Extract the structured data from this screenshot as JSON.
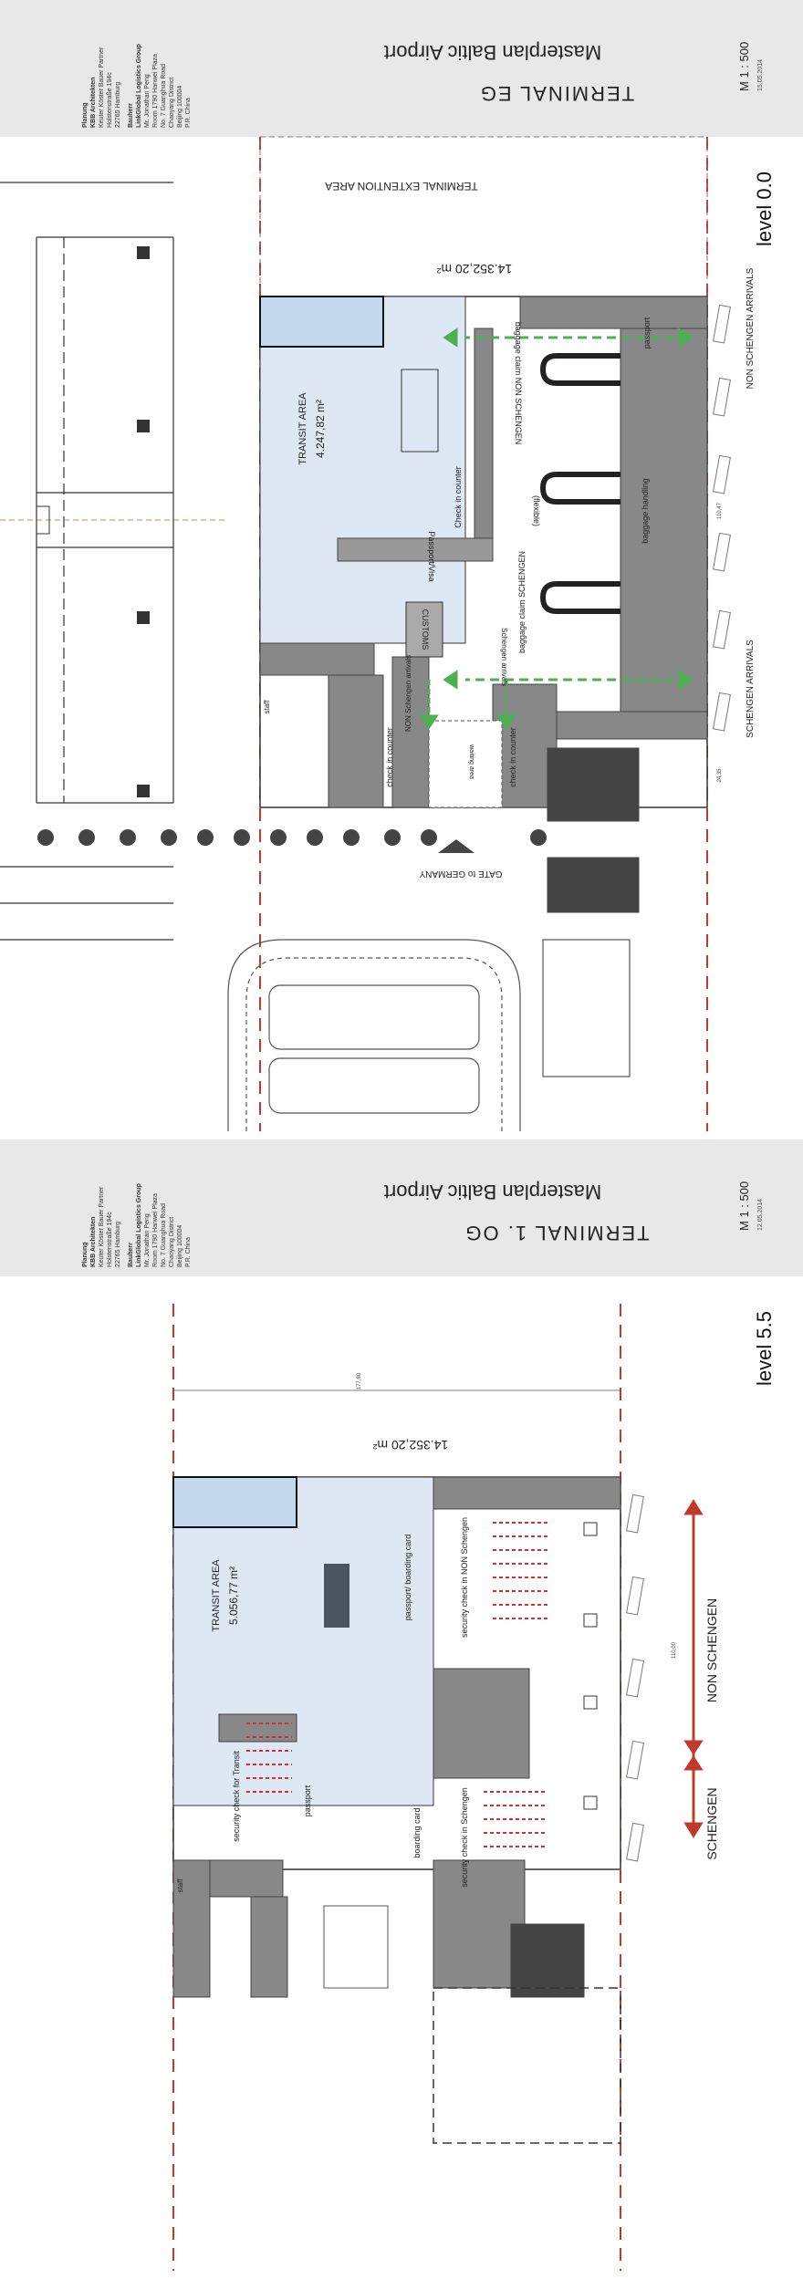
{
  "sheet_top": {
    "header": {
      "project": "Masterplan Baltic Airport",
      "drawing": "TERMINAL EG",
      "scale": "M 1 : 500",
      "date": "15.05.2014",
      "planer": [
        "Planung",
        "KBB Architekten",
        "Keuter Köster Bauer Partner",
        "Holstenstraße 194c",
        "22765 Hamburg"
      ],
      "client": [
        "Bauherr",
        "LinkGlobal Logistics Group",
        "Mr. Jonathan Peng",
        "Room 1790 Hanwei Plaza",
        "No. 7 Guanghua Road",
        "Chaoyang District",
        "Beijing 100004",
        "P.R. China"
      ]
    },
    "level": "level 0.0",
    "gross_area": "14.352,20 m²",
    "labels": {
      "extension": "TERMINAL EXTENTION AREA",
      "transit": "TRANSIT AREA",
      "transit_area": "4.247,82 m²",
      "checkin_counter": "Check in counter",
      "passport_visa": "Passport/Visa",
      "customs": "CUSTOMS",
      "baggage_non": "baggage claim NON SCHENGEN",
      "flexible": "(flexible)",
      "baggage_schengen": "baggage claim SCHENGEN",
      "baggage_handling": "baggage handling",
      "passport": "passport",
      "non_schengen_arrivals": "NON SCHENGEN ARRIVALS",
      "schengen_arrivals": "SCHENGEN ARRIVALS",
      "non_schengen_arr": "NON Schengen arrivals",
      "schengen_arr": "Schengen arrivals",
      "waiting_area": "waiting area",
      "check_in_counter_a": "check in counter",
      "check_in_counter_b": "check in counter",
      "staff": "staff",
      "gate": "GATE to GERMANY",
      "dim_1": "110,47",
      "dim_2": "24,35"
    }
  },
  "sheet_bottom": {
    "header": {
      "project": "Masterplan Baltic Airport",
      "drawing": "TERMINAL 1. OG",
      "scale": "M 1 : 500",
      "date": "12.05.2014",
      "planer": [
        "Planung",
        "KBB Architekten",
        "Keuter Köster Bauer Partner",
        "Holstenstraße 194c",
        "22765 Hamburg"
      ],
      "client": [
        "Bauherr",
        "LinkGlobal Logistics Group",
        "Mr. Jonathan Peng",
        "Room 1790 Hanwei Plaza",
        "No. 7 Guanghua Road",
        "Chaoyang District",
        "Beijing 100004",
        "P.R. China"
      ]
    },
    "level": "level 5.5",
    "gross_area": "14.352,20 m²",
    "labels": {
      "transit": "TRANSIT AREA",
      "transit_area": "5.056,77 m²",
      "passport_boarding": "passport/ boarding card",
      "security_non": "security check in NON Schengen",
      "boarding_card": "boarding card",
      "security_schengen": "security check in Schengen",
      "security_transit": "security check for Transit",
      "passport": "passport",
      "staff": "staff",
      "non_schengen": "NON SCHENGEN",
      "schengen": "SCHENGEN",
      "dim_1": "177,60",
      "dim_2": "110,00"
    }
  }
}
